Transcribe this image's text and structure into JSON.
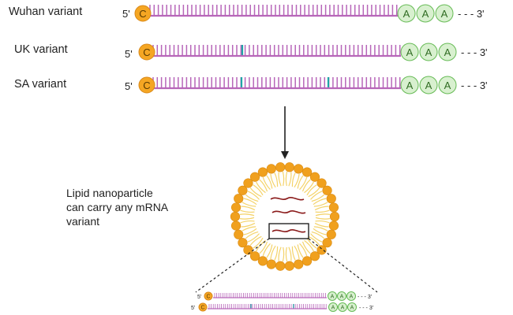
{
  "variants": [
    {
      "name": "Wuhan variant",
      "five_prime": "5'",
      "cap": "C",
      "tail": [
        "A",
        "A",
        "A"
      ],
      "three_prime": "- - - 3'"
    },
    {
      "name": "UK variant",
      "five_prime": "5'",
      "cap": "C",
      "tail": [
        "A",
        "A",
        "A"
      ],
      "three_prime": "- - - 3'"
    },
    {
      "name": "SA variant",
      "five_prime": "5'",
      "cap": "C",
      "tail": [
        "A",
        "A",
        "A"
      ],
      "three_prime": "- - - 3'"
    }
  ],
  "nanoparticle": {
    "label_line1": "Lipid nanoparticle",
    "label_line2": "can carry any mRNA",
    "label_line3": "variant"
  },
  "zoom": {
    "strands": [
      {
        "five_prime": "5'",
        "cap": "C",
        "tail": [
          "A",
          "A",
          "A"
        ],
        "three_prime": "- - - 3'"
      },
      {
        "five_prime": "5'",
        "cap": "C",
        "tail": [
          "A",
          "A",
          "A"
        ],
        "three_prime": "- - - 3'"
      }
    ]
  },
  "colors": {
    "backbone": "#b766b9",
    "mutation": "#1ea6a6",
    "cap_fill": "#f5a623",
    "cap_stroke": "#d9891a",
    "tail_fill": "#d8f0cf",
    "tail_stroke": "#66bb55",
    "lipid_head": "#f0a01e",
    "lipid_tail": "#f4d36a",
    "mrna_inside": "#8a1a1a",
    "arrow": "#222222"
  }
}
